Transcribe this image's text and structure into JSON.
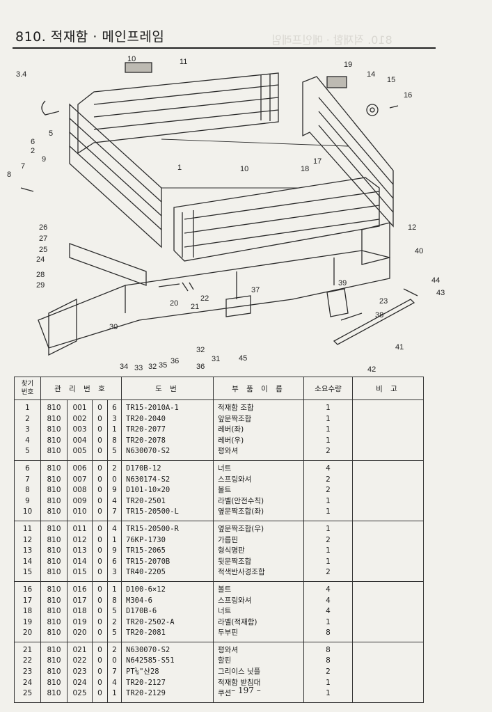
{
  "page": {
    "title": "810.  적재함 · 메인프레임",
    "page_number": "– 197 –"
  },
  "diagram": {
    "callouts": [
      "10",
      "11",
      "19",
      "14",
      "15",
      "16",
      "3.4",
      "5",
      "6",
      "2",
      "9",
      "8",
      "7",
      "1",
      "18",
      "17",
      "10",
      "12",
      "26",
      "27",
      "25",
      "24",
      "40",
      "28",
      "29",
      "44",
      "43",
      "39",
      "23",
      "37",
      "22",
      "21",
      "20",
      "38",
      "30",
      "41",
      "32",
      "31",
      "36",
      "45",
      "34",
      "33",
      "32",
      "35",
      "36",
      "42"
    ]
  },
  "table": {
    "headers": {
      "ref_no": "찾기\n번호",
      "mgmt_no": "관 리 번 호",
      "drawing_no": "도    번",
      "part_name": "부 품 이 름",
      "qty": "소요수량",
      "remarks": "비    고"
    },
    "groups": [
      [
        {
          "ref": "1",
          "a": "810",
          "b": "001",
          "c": "0",
          "d": "6",
          "drawing": "TR15-2010A-1",
          "name": "적재함 조합",
          "qty": "1"
        },
        {
          "ref": "2",
          "a": "810",
          "b": "002",
          "c": "0",
          "d": "3",
          "drawing": "TR20-2040",
          "name": "앞문짝조합",
          "qty": "1"
        },
        {
          "ref": "3",
          "a": "810",
          "b": "003",
          "c": "0",
          "d": "1",
          "drawing": "TR20-2077",
          "name": "레버(좌)",
          "qty": "1"
        },
        {
          "ref": "4",
          "a": "810",
          "b": "004",
          "c": "0",
          "d": "8",
          "drawing": "TR20-2078",
          "name": "레버(우)",
          "qty": "1"
        },
        {
          "ref": "5",
          "a": "810",
          "b": "005",
          "c": "0",
          "d": "5",
          "drawing": "N630070-S2",
          "name": "평와셔",
          "qty": "2"
        }
      ],
      [
        {
          "ref": "6",
          "a": "810",
          "b": "006",
          "c": "0",
          "d": "2",
          "drawing": "D170B-12",
          "name": "너트",
          "qty": "4"
        },
        {
          "ref": "7",
          "a": "810",
          "b": "007",
          "c": "0",
          "d": "0",
          "drawing": "N630174-S2",
          "name": "스프링와셔",
          "qty": "2"
        },
        {
          "ref": "8",
          "a": "810",
          "b": "008",
          "c": "0",
          "d": "9",
          "drawing": "D101-10×20",
          "name": "볼트",
          "qty": "2"
        },
        {
          "ref": "9",
          "a": "810",
          "b": "009",
          "c": "0",
          "d": "4",
          "drawing": "TR20-2501",
          "name": "라벨(안전수칙)",
          "qty": "1"
        },
        {
          "ref": "10",
          "a": "810",
          "b": "010",
          "c": "0",
          "d": "7",
          "drawing": "TR15-20500-L",
          "name": "옆문짝조합(좌)",
          "qty": "1"
        }
      ],
      [
        {
          "ref": "11",
          "a": "810",
          "b": "011",
          "c": "0",
          "d": "4",
          "drawing": "TR15-20500-R",
          "name": "옆문짝조합(우)",
          "qty": "1"
        },
        {
          "ref": "12",
          "a": "810",
          "b": "012",
          "c": "0",
          "d": "1",
          "drawing": "76KP-1730",
          "name": "가름핀",
          "qty": "2"
        },
        {
          "ref": "13",
          "a": "810",
          "b": "013",
          "c": "0",
          "d": "9",
          "drawing": "TR15-2065",
          "name": "형식명판",
          "qty": "1"
        },
        {
          "ref": "14",
          "a": "810",
          "b": "014",
          "c": "0",
          "d": "6",
          "drawing": "TR15-2070B",
          "name": "뒷문짝조합",
          "qty": "1"
        },
        {
          "ref": "15",
          "a": "810",
          "b": "015",
          "c": "0",
          "d": "3",
          "drawing": "TR40-2205",
          "name": "적색반사경조합",
          "qty": "2"
        }
      ],
      [
        {
          "ref": "16",
          "a": "810",
          "b": "016",
          "c": "0",
          "d": "1",
          "drawing": "D100-6×12",
          "name": "볼트",
          "qty": "4"
        },
        {
          "ref": "17",
          "a": "810",
          "b": "017",
          "c": "0",
          "d": "8",
          "drawing": "M304-6",
          "name": "스프링와셔",
          "qty": "4"
        },
        {
          "ref": "18",
          "a": "810",
          "b": "018",
          "c": "0",
          "d": "5",
          "drawing": "D170B-6",
          "name": "너트",
          "qty": "4"
        },
        {
          "ref": "19",
          "a": "810",
          "b": "019",
          "c": "0",
          "d": "2",
          "drawing": "TR20-2502-A",
          "name": "라벨(적재함)",
          "qty": "1"
        },
        {
          "ref": "20",
          "a": "810",
          "b": "020",
          "c": "0",
          "d": "5",
          "drawing": "TR20-2081",
          "name": "두부핀",
          "qty": "8"
        }
      ],
      [
        {
          "ref": "21",
          "a": "810",
          "b": "021",
          "c": "0",
          "d": "2",
          "drawing": "N630070-S2",
          "name": "평와셔",
          "qty": "8"
        },
        {
          "ref": "22",
          "a": "810",
          "b": "022",
          "c": "0",
          "d": "0",
          "drawing": "N642585-S51",
          "name": "할핀",
          "qty": "8"
        },
        {
          "ref": "23",
          "a": "810",
          "b": "023",
          "c": "0",
          "d": "7",
          "drawing": "PT⅛\"산28",
          "name": "그리이스 닛플",
          "qty": "2"
        },
        {
          "ref": "24",
          "a": "810",
          "b": "024",
          "c": "0",
          "d": "4",
          "drawing": "TR20-2127",
          "name": "적재함 받침대",
          "qty": "1"
        },
        {
          "ref": "25",
          "a": "810",
          "b": "025",
          "c": "0",
          "d": "1",
          "drawing": "TR20-2129",
          "name": "쿠션",
          "qty": "1"
        }
      ]
    ]
  }
}
